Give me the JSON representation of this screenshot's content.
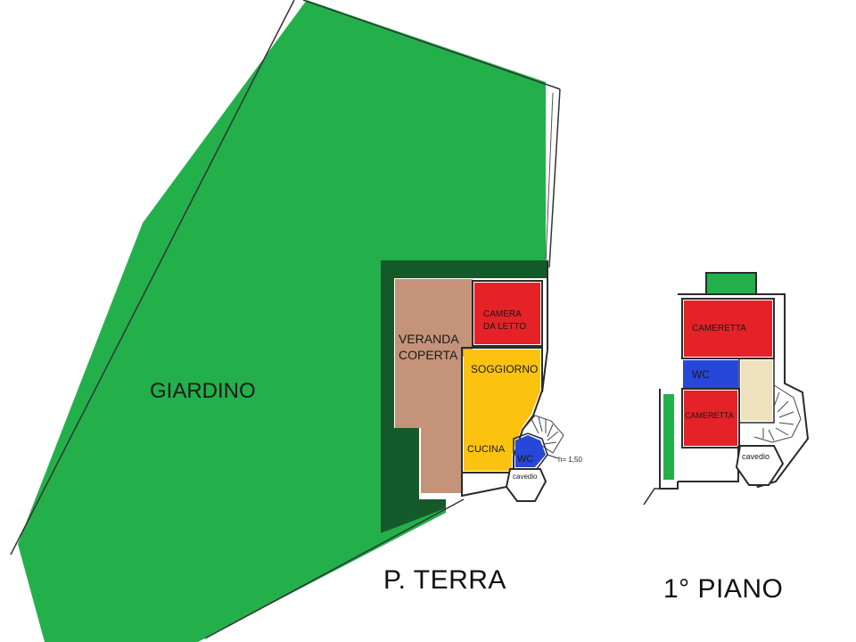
{
  "garden": {
    "label": "GIARDINO"
  },
  "ground_floor": {
    "caption": "P. TERRA",
    "rooms": {
      "veranda_line1": "VERANDA",
      "veranda_line2": "COPERTA",
      "bedroom_line1": "CAMERA",
      "bedroom_line2": "DA LETTO",
      "living": "SOGGIORNO",
      "kitchen": "CUCINA",
      "wc": "WC",
      "cavedio": "cavedio",
      "height_note": "h= 1,50"
    }
  },
  "first_floor": {
    "caption": "1° PIANO",
    "rooms": {
      "cameretta_top": "CAMERETTA",
      "wc": "WC",
      "cameretta_bottom": "CAMERETTA",
      "cavedio": "cavedio"
    }
  },
  "colors": {
    "garden": "#23b04b",
    "dark_green": "#145a2a",
    "veranda": "#c4937a",
    "bedroom": "#e42227",
    "living_kitchen": "#fbc30f",
    "wc": "#2747d8",
    "beige": "#ede2bd",
    "wall": "#2b2b2b"
  }
}
